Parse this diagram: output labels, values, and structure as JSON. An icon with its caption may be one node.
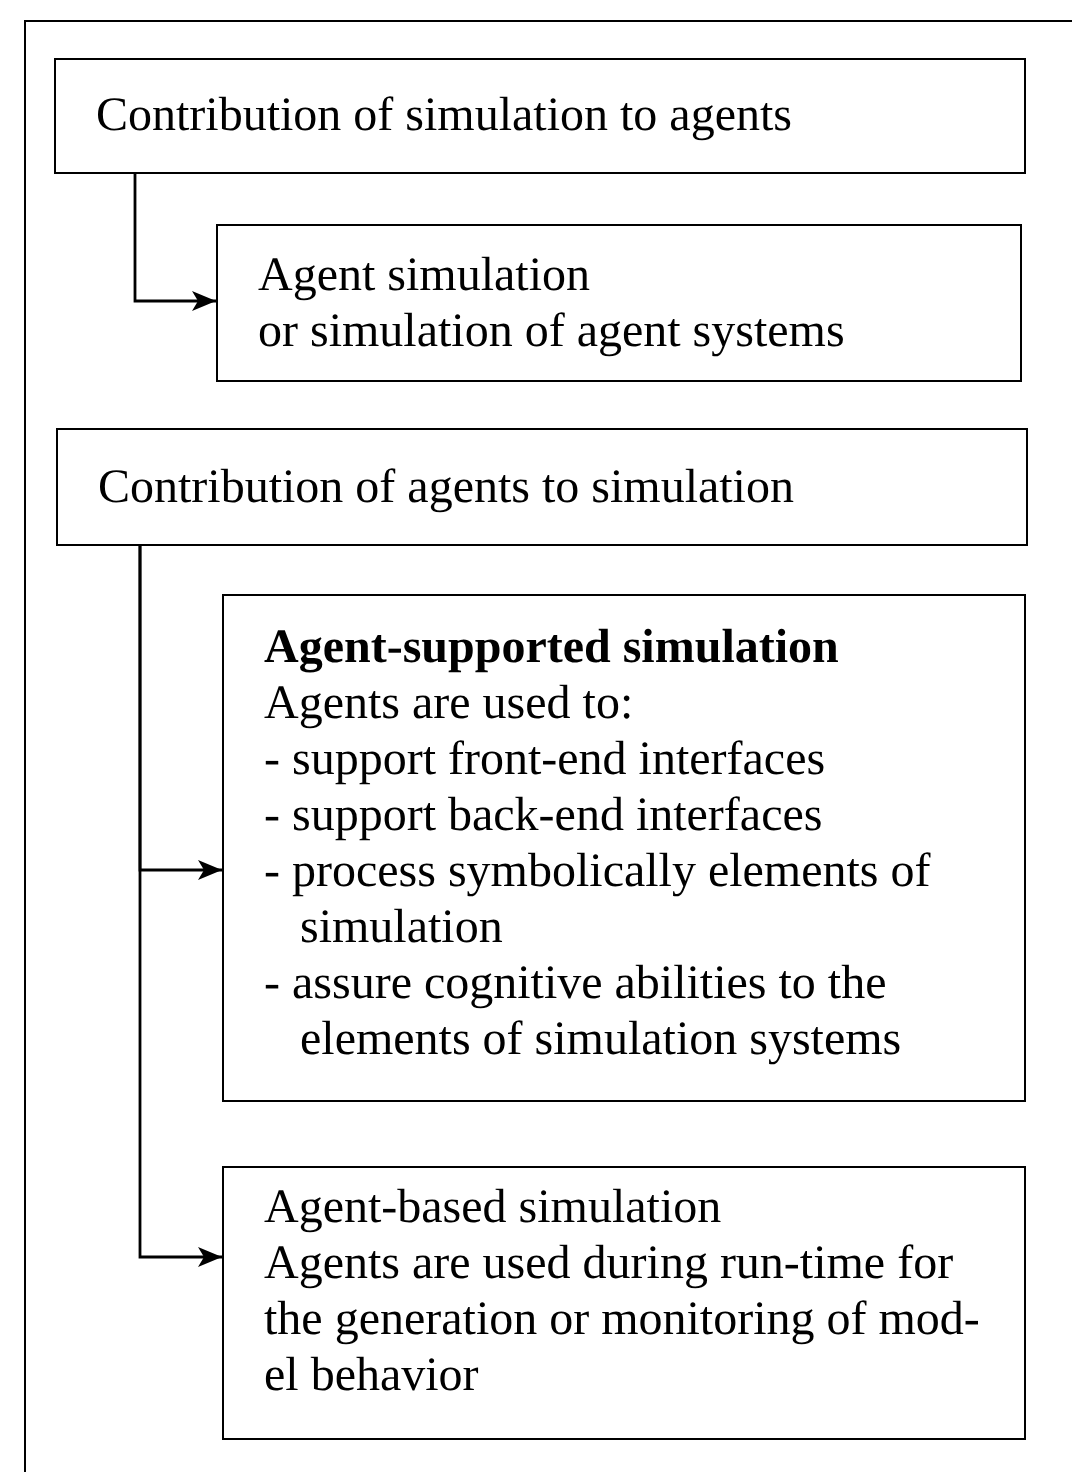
{
  "diagram": {
    "nodes": [
      {
        "text": [],
        "shape": "box"
      },
      {
        "text": [
          "Contribution of simulation to agents"
        ],
        "in": 0
      },
      {
        "text": [
          "Agent simulation",
          "or simulation of agent systems"
        ],
        "in": 0
      },
      {
        "text": [
          "Contribution of agents to simulation"
        ],
        "in": 0
      },
      {
        "text": [
          "Agent-supported simulation",
          "Agents are used to:",
          "- support front-end interfaces",
          "- support back-end interfaces",
          "- process symbolically elements of simulation",
          "- assure cognitive abilities to the elements of simulation systems"
        ],
        "in": 0
      },
      {
        "text": [
          "Agent-based simulation",
          "Agents are used during run-time for the generation or monitoring of mod-el behavior"
        ],
        "in": 0
      }
    ],
    "edges": [
      {
        "from": 1,
        "to": 2,
        "arrow": "to"
      },
      {
        "from": 3,
        "to": 4,
        "arrow": "to"
      },
      {
        "from": 3,
        "to": 5,
        "arrow": "to"
      }
    ]
  }
}
